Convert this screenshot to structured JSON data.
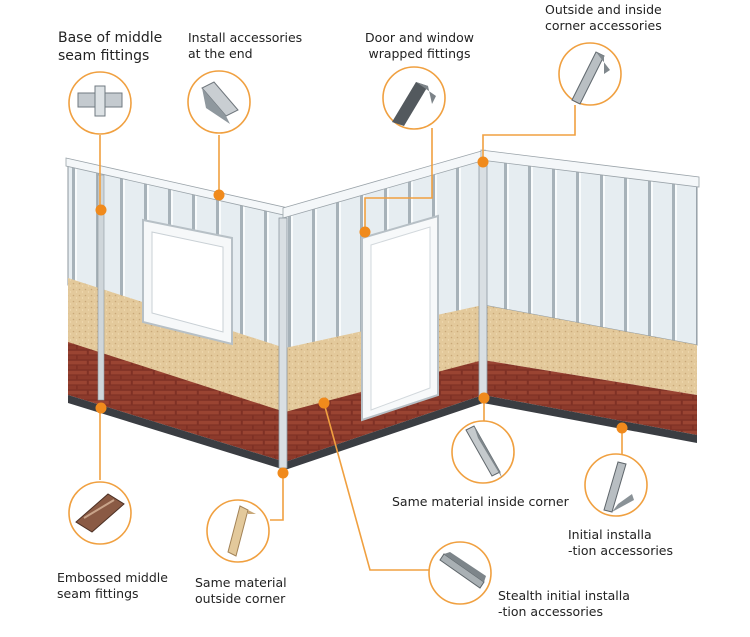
{
  "labels": {
    "base_middle_seam": [
      "Base of middle",
      "seam fittings"
    ],
    "install_end": [
      "Install accessories",
      "at the end"
    ],
    "door_window": [
      "Door and window",
      "wrapped fittings"
    ],
    "outside_inside_corner": [
      "Outside and inside",
      "corner accessories"
    ],
    "same_inside_corner": [
      "Same material inside corner"
    ],
    "initial_installation": [
      "Initial installa",
      "-tion accessories"
    ],
    "embossed_middle_seam": [
      "Embossed middle",
      "seam fittings"
    ],
    "same_outside_corner": [
      "Same material",
      "outside corner"
    ],
    "stealth_initial": [
      "Stealth initial installa",
      "-tion accessories"
    ]
  },
  "colors": {
    "callout_line": "#f0a040",
    "callout_dot": "#f08a1c",
    "panel": "#e8eef2",
    "panel_seam": "#9aa6ad",
    "stucco": "#e2c99a",
    "brick": "#8e3b2c",
    "base_strip": "#3a3d42"
  }
}
